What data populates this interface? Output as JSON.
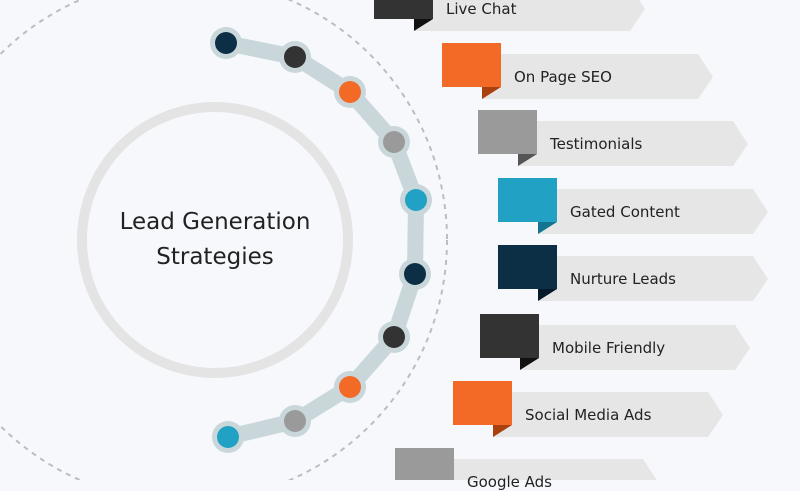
{
  "title": {
    "line1": "Lead Generation",
    "line2": "Strategies"
  },
  "colors": {
    "background": "#f6f8fc",
    "banner": "#e6e6e6",
    "track": "#c9d7db",
    "ring": "#e4e4e4"
  },
  "dots": [
    "#0d2f45",
    "#333333",
    "#f26a25",
    "#9a9a9a",
    "#21a1c4",
    "#0d2f45",
    "#333333",
    "#f26a25",
    "#9a9a9a",
    "#21a1c4"
  ],
  "items": [
    {
      "label": "Live Chat",
      "color": "#333333",
      "tail": "#111111"
    },
    {
      "label": "On Page SEO",
      "color": "#f26a25",
      "tail": "#a9400e"
    },
    {
      "label": "Testimonials",
      "color": "#9a9a9a",
      "tail": "#555555"
    },
    {
      "label": "Gated Content",
      "color": "#21a1c4",
      "tail": "#137490"
    },
    {
      "label": "Nurture Leads",
      "color": "#0d2f45",
      "tail": "#061b29"
    },
    {
      "label": "Mobile Friendly",
      "color": "#333333",
      "tail": "#111111"
    },
    {
      "label": "Social Media Ads",
      "color": "#f26a25",
      "tail": "#a9400e"
    },
    {
      "label": "Google Ads",
      "color": "#9a9a9a",
      "tail": "#555555"
    }
  ]
}
